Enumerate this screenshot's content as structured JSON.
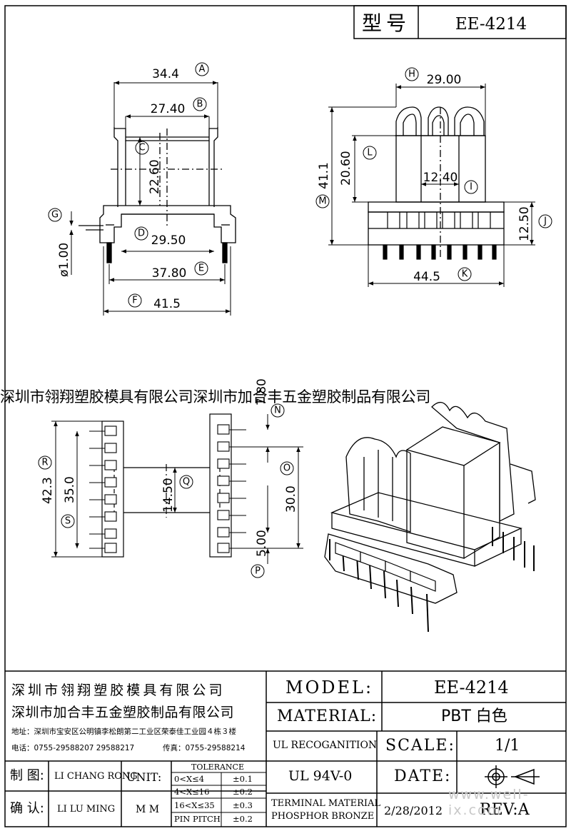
{
  "header": {
    "model_label": "型号",
    "model_value": "EE-4214"
  },
  "front_view": {
    "A": "34.4",
    "B": "27.40",
    "C": "22.60",
    "D": "29.50",
    "E": "37.80",
    "F": "41.5",
    "G": "ø1.00",
    "letters": {
      "A": "A",
      "B": "B",
      "C": "C",
      "D": "D",
      "E": "E",
      "F": "F",
      "G": "G"
    }
  },
  "side_view": {
    "H": "29.00",
    "L": "20.60",
    "M": "41.1",
    "I": "12.40",
    "J": "12.50",
    "K": "44.5",
    "letters": {
      "H": "H",
      "L": "L",
      "M": "M",
      "I": "I",
      "J": "J",
      "K": "K"
    }
  },
  "bottom_view": {
    "N": "7.80",
    "R": "42.3",
    "S": "35.0",
    "Q": "14.50",
    "O": "30.0",
    "P": "5.00",
    "letters": {
      "N": "N",
      "R": "R",
      "S": "S",
      "Q": "Q",
      "O": "O",
      "P": "P"
    }
  },
  "watermark": "深圳市翎翔塑胶模具有限公司深圳市加合丰五金塑胶制品有限公司",
  "title_block": {
    "company1": "深 圳 市 翎 翔 塑 胶 模 具 有 限 公 司",
    "company2": "深圳市加合丰五金塑胶制品有限公司",
    "address": "地址：深圳市宝安区公明镇李松朗第二工业区荣泰佳工业园４栋３楼",
    "phone": "电话：0755-29588207  29588217",
    "fax": "传真：0755-29588214",
    "model_label": "MODEL:",
    "model_value": "EE-4214",
    "material_label": "MATERIAL:",
    "material_value": "PBT 白色",
    "ul_label": "UL RECOGANITION",
    "ul_value": "UL 94V-0",
    "scale_label": "SCALE:",
    "scale_value": "1/1",
    "date_label": "DATE:",
    "date_value": "2/28/2012",
    "rev_label": "REV:A",
    "terminal_line1": "TERMINAL MATERIAL",
    "terminal_line2": "PHOSPHOR  BRONZE",
    "drawn_label": "制 图:",
    "drawn_by": "LI CHANG RONG",
    "check_label": "确 认:",
    "checked_by": "LI LU MING",
    "unit_label": "UNIT:",
    "unit_value": "M M",
    "tolerance_title": "TOLERANCE",
    "tolerances": [
      {
        "range": "0<X≤4",
        "value": "±0.1"
      },
      {
        "range": "4<X≤16",
        "value": "±0.2"
      },
      {
        "range": "16<X≤35",
        "value": "±0.3"
      },
      {
        "range": "PIN PITCH",
        "value": "±0.2"
      }
    ]
  },
  "site_mark": "www.well-ix.com"
}
